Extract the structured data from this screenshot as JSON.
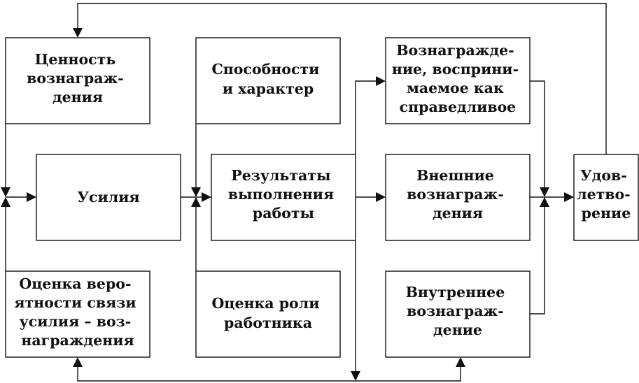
{
  "boxes": {
    "value": {
      "lines": [
        "Ценность",
        "вознаграж-",
        "дения"
      ]
    },
    "ability": {
      "lines": [
        "Способности",
        "и характер"
      ]
    },
    "fair_reward": {
      "lines": [
        "Вознагражде-",
        "ние, восприни-",
        "маемое как",
        "справедливое"
      ]
    },
    "effort": {
      "lines": [
        "Усилия"
      ]
    },
    "performance": {
      "lines": [
        "Результаты",
        "выполнения",
        "работы"
      ]
    },
    "external_reward": {
      "lines": [
        "Внешние",
        "вознаграж-",
        "дения"
      ]
    },
    "satisfaction": {
      "lines": [
        "Удов-",
        "летво-",
        "рение"
      ]
    },
    "probability": {
      "lines": [
        "Оценка веро-",
        "ятности связи",
        "усилия – воз-",
        "награждения"
      ]
    },
    "role": {
      "lines": [
        "Оценка роли",
        "работника"
      ]
    },
    "internal_reward": {
      "lines": [
        "Внутреннее",
        "вознаграж-",
        "дение"
      ]
    }
  }
}
